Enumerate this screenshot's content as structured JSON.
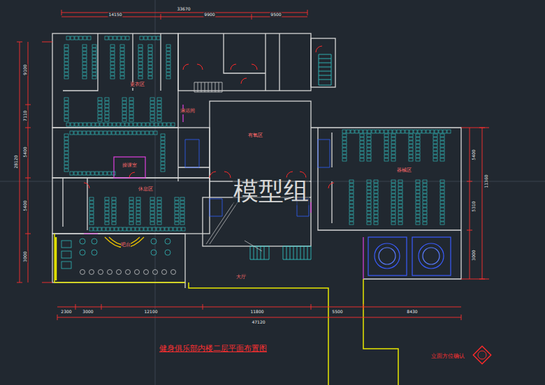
{
  "diagram": {
    "title": "健身俱乐部内楼二层平面布置图",
    "nodes": [
      {
        "text": [
          "更衣区"
        ]
      },
      {
        "text": [
          "淋浴间"
        ]
      },
      {
        "text": [
          "有氧区"
        ]
      },
      {
        "text": [
          "器械区"
        ]
      },
      {
        "text": [
          "操课室"
        ]
      },
      {
        "text": [
          "休息区"
        ]
      },
      {
        "text": [
          "吧台"
        ]
      },
      {
        "text": [
          "大厅"
        ]
      }
    ],
    "labels": [
      "模型组",
      "立面方位确认",
      "33670",
      "14150",
      "9900",
      "9500",
      "9100",
      "7110",
      "5400",
      "5400",
      "3000",
      "28120",
      "5400",
      "5310",
      "11360",
      "3000",
      "2300",
      "3000",
      "12100",
      "11800",
      "5500",
      "8430",
      "47120"
    ]
  }
}
